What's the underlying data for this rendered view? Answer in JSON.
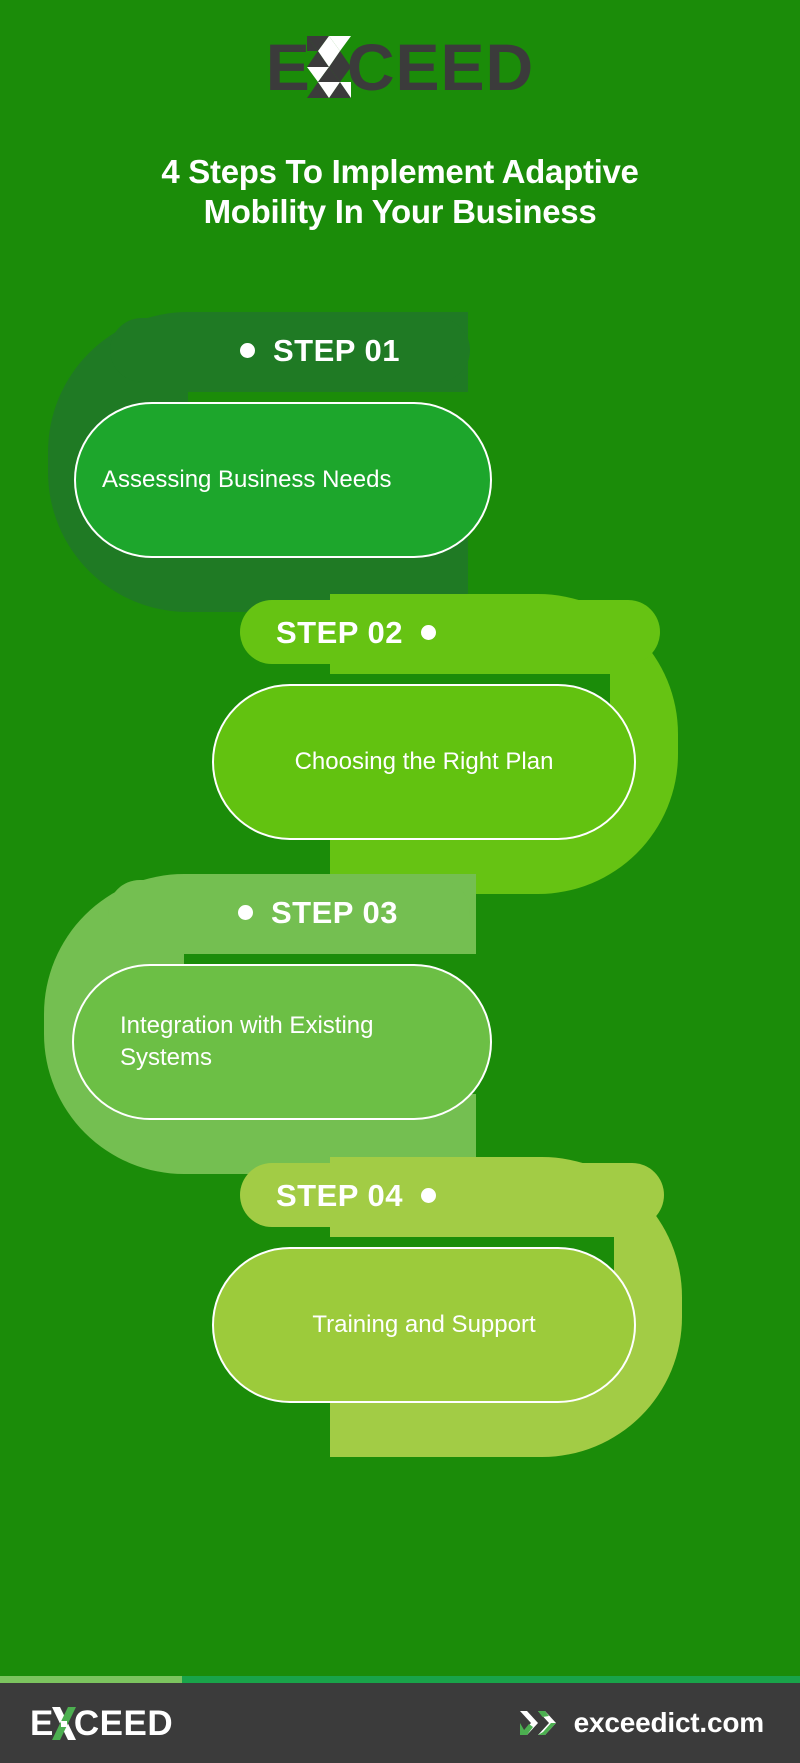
{
  "brand": {
    "name_left": "E",
    "name_right": "CEED",
    "x_letter": "X",
    "logo_color": "#3b3b3b"
  },
  "headline": {
    "line1": "4 Steps To Implement Adaptive",
    "line2": "Mobility In Your Business",
    "full": "4 Steps To Implement Adaptive Mobility In Your Business"
  },
  "theme": {
    "background": "#1b8c09",
    "footer_bg": "#3b3b3b",
    "accent_left": "#7cc45f",
    "accent_right": "#19a44a",
    "card_border": "#ffffff"
  },
  "steps": [
    {
      "label": "STEP 01",
      "title": "Assessing Business Needs",
      "side": "left",
      "bullet_position": "before",
      "pill_color": "#1f7a24",
      "ribbon_color": "#1f7a24",
      "card_color": "#1da62c"
    },
    {
      "label": "STEP 02",
      "title": "Choosing the Right Plan",
      "side": "right",
      "bullet_position": "after",
      "pill_color": "#66c313",
      "ribbon_color": "#66c313",
      "card_color": "#62c210"
    },
    {
      "label": "STEP 03",
      "title": "Integration with Existing Systems",
      "side": "left",
      "bullet_position": "before",
      "pill_color": "#74bf51",
      "ribbon_color": "#74bf51",
      "card_color": "#6cbf45"
    },
    {
      "label": "STEP 04",
      "title": "Training and Support",
      "side": "right",
      "bullet_position": "after",
      "pill_color": "#a2cc45",
      "ribbon_color": "#a2cc45",
      "card_color": "#9ccb3b"
    }
  ],
  "footer": {
    "logo_left": "E",
    "logo_x": "X",
    "logo_right": "CEED",
    "url": "exceedict.com",
    "chevron_icon": "double-chevron-right-icon"
  }
}
